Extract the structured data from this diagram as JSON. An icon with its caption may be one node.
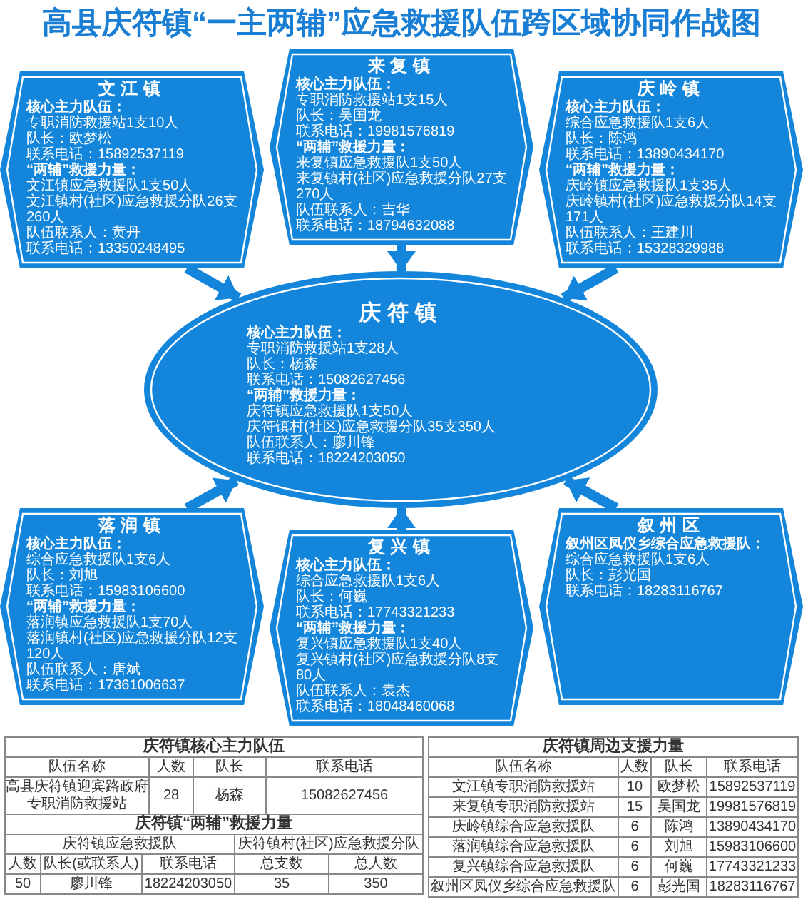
{
  "diagram": {
    "title": "高县庆符镇“一主两辅”应急救援队伍跨区域协同作战图",
    "nodes": [
      {
        "text": [
          "来复镇",
          "核心主力队伍：",
          "专职消防救援站1支15人",
          "队长：吴国龙",
          "联系电话：19981576819",
          "“两辅”救援力量：",
          "来复镇应急救援队1支50人",
          "来复镇村(社区)应急救援分队27支270人",
          "队伍联系人：吉华",
          "联系电话：18794632088"
        ]
      },
      {
        "text": [
          "文江镇",
          "核心主力队伍：",
          "专职消防救援站1支10人",
          "队长：欧梦松",
          "联系电话：15892537119",
          "“两辅”救援力量：",
          "文江镇应急救援队1支50人",
          "文江镇村(社区)应急救援分队26支260人",
          "队伍联系人：黄丹",
          "联系电话：13350248495"
        ]
      },
      {
        "text": [
          "庆岭镇",
          "核心主力队伍：",
          "综合应急救援队1支6人",
          "队长：陈鸿",
          "联系电话：13890434170",
          "“两辅”救援力量：",
          "庆岭镇应急救援队1支35人",
          "庆岭镇村(社区)应急救援分队14支171人",
          "队伍联系人：王建川",
          "联系电话：15328329988"
        ]
      },
      {
        "text": [
          "庆符镇",
          "核心主力队伍：",
          "专职消防救援站1支28人",
          "队长：杨森",
          "联系电话：15082627456",
          "“两辅”救援力量：",
          "庆符镇应急救援队1支50人",
          "庆符镇村(社区)应急救援分队35支350人",
          "队伍联系人：廖川锋",
          "联系电话：18224203050"
        ]
      },
      {
        "text": [
          "落润镇",
          "核心主力队伍：",
          "综合应急救援队1支6人",
          "队长：刘旭",
          "联系电话：15983106600",
          "“两辅”救援力量：",
          "落润镇应急救援队1支70人",
          "落润镇村(社区)应急救援分队12支120人",
          "队伍联系人：唐斌",
          "联系电话：17361006637"
        ]
      },
      {
        "text": [
          "叙州区",
          "叙州区凤仪乡综合应急救援队：",
          "综合应急救援队1支6人",
          "队长：彭光国",
          "联系电话：18283116767"
        ]
      },
      {
        "text": [
          "复兴镇",
          "核心主力队伍：",
          "综合应急救援队1支6人",
          "队长：何巍",
          "联系电话：17743321233",
          "“两辅”救援力量：",
          "复兴镇应急救援队1支40人",
          "复兴镇村(社区)应急救援分队8支80人",
          "队伍联系人：袁杰",
          "联系电话：18048460068"
        ]
      }
    ],
    "edges": [
      {
        "from": 0,
        "to": 3,
        "arrow": "to"
      },
      {
        "from": 1,
        "to": 3,
        "arrow": "to"
      },
      {
        "from": 2,
        "to": 3,
        "arrow": "to"
      },
      {
        "from": 4,
        "to": 3,
        "arrow": "to"
      },
      {
        "from": 5,
        "to": 3,
        "arrow": "to"
      },
      {
        "from": 6,
        "to": 3,
        "arrow": "to"
      }
    ],
    "labels": [
      "庆符镇核心主力队伍",
      "队伍名称",
      "人数",
      "队长",
      "联系电话",
      "高县庆符镇迎宾路政府专职消防救援站",
      "28",
      "杨森",
      "15082627456",
      "庆符镇“两辅”救援力量",
      "庆符镇应急救援队",
      "庆符镇村(社区)应急救援分队",
      "人数",
      "队长(或联系人)",
      "联系电话",
      "总支数",
      "总人数",
      "50",
      "廖川锋",
      "18224203050",
      "35",
      "350",
      "庆符镇周边支援力量",
      "队伍名称",
      "人数",
      "队长",
      "联系电话",
      "文江镇专职消防救援站",
      "10",
      "欧梦松",
      "15892537119",
      "来复镇专职消防救援站",
      "15",
      "吴国龙",
      "19981576819",
      "庆岭镇综合应急救援队",
      "6",
      "陈鸿",
      "13890434170",
      "落润镇综合应急救援队",
      "6",
      "刘旭",
      "15983106600",
      "复兴镇综合应急救援队",
      "6",
      "何巍",
      "17743321233",
      "叙州区凤仪乡综合应急救援队",
      "6",
      "彭光国",
      "18283116767"
    ]
  }
}
